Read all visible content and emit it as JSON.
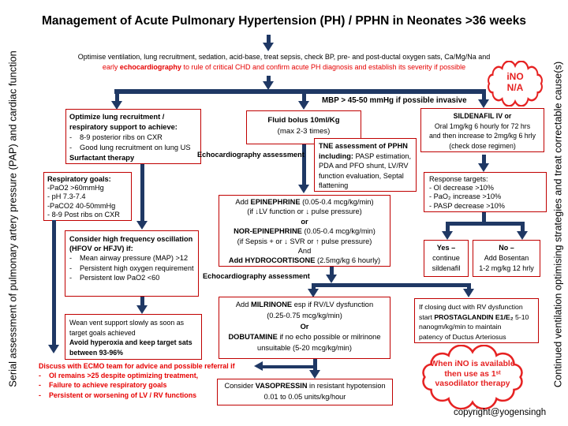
{
  "colors": {
    "navy": "#1f3864",
    "box_border": "#c00000",
    "red_text": "#e60000",
    "cloud_red": "#e62222"
  },
  "dash": "-",
  "title": "Management of Acute Pulmonary Hypertension (PH) / PPHN in Neonates >36 weeks",
  "left_rail": "Serial assessment of pulmonary artery pressure (PAP) and cardiac function",
  "right_rail": "Continued ventilation optimising strategies and treat correctable cause(s)",
  "intro": {
    "line1": "Optimise ventilation, lung recruitment, sedation, acid-base, treat sepsis, check BP, pre- and post-ductal oxygen sats, Ca/Mg/Na and",
    "line2_pre": "early ",
    "line2_bold": "echocardiography",
    "line2_post": " to rule of critical CHD and confirm acute PH diagnosis and establish its severity if possible"
  },
  "mbp_label": "MBP > 45-50 mmHg if possible invasive",
  "ino_cloud": {
    "line1": "iNO",
    "line2": "N/A"
  },
  "labels": {
    "echo1": "Echocardiography assessment",
    "echo2": "Echocardiography assessment"
  },
  "boxes": {
    "optimize": {
      "head1": "Optimize lung recruitment /",
      "head2": "respiratory support to achieve:",
      "items": [
        "8-9 posterior ribs on CXR",
        "Good lung recruitment on lung US"
      ],
      "foot": "Surfactant therapy"
    },
    "resp_goals": {
      "title": "Respiratory goals:",
      "items": [
        "-PaO2 >60mmHg",
        "- pH 7.3-7.4",
        "-PaCO2 40-50mmHg",
        "- 8-9 Post ribs on CXR"
      ]
    },
    "hfov": {
      "head1": "Consider high frequency oscillation",
      "head2": "(HFOV or HFJV) if:",
      "items": [
        "Mean airway pressure (MAP) >12",
        "Persistent high oxygen requirement",
        "Persistent low PaO2 <60"
      ]
    },
    "wean": {
      "normal1": "Wean vent support slowly as soon as",
      "normal2": "target goals achieved",
      "bold1": "Avoid hyperoxia and keep target sats",
      "bold2": "between 93-96%"
    },
    "fluid": {
      "line1": "Fluid bolus 10ml/Kg",
      "line2": "(max 2-3 times)"
    },
    "tne": {
      "bold": "TNE assessment of PPHN including:",
      "rest": " PASP estimation, PDA and PFO shunt, LV/RV function evaluation, Septal flattening"
    },
    "epinephrine": {
      "l1a": "Add ",
      "l1b": "EPINEPHRINE",
      "l1c": " (0.05-0.4 mcg/kg/min)",
      "l2": "(if ↓LV function or ↓ pulse pressure)",
      "l3": "or",
      "l4a": "NOR-EPINEPHRINE",
      "l4b": "  (0.05-0.4 mcg/kg/min)",
      "l5": "(if Sepsis + or ↓ SVR or ↑ pulse pressure)",
      "l6": "And",
      "l7a": "Add HYDROCORTISONE",
      "l7b": "  (2.5mg/kg 6 hourly)"
    },
    "milrinone": {
      "l1a": "Add ",
      "l1b": "MILRINONE",
      "l1c": "  esp if RV/LV dysfunction",
      "l2": "(0.25-0.75 mcg/kg/min)",
      "l3": "Or",
      "l4a": "DOBUTAMINE",
      "l4b": " if no echo possible or milrinone",
      "l5": "unsuitable (5-20 mcg/kg/min)"
    },
    "vasopressin": {
      "l1a": "Consider ",
      "l1b": "VASOPRESSIN",
      "l1c": " in resistant hypotension",
      "l2": "0.01 to 0.05 units/kg/hour"
    },
    "sildenafil": {
      "l1": "SILDENAFIL IV or",
      "l2": "Oral 1mg/kg 6 hourly for 72 hrs",
      "l3": "and then increase to 2mg/kg 6 hrly",
      "l4": "(check dose regimen)"
    },
    "response": {
      "title": "Response targets:",
      "items": [
        "- OI decrease >10%",
        "- PaO₂ increase >10%",
        "- PASP decrease >10%"
      ]
    },
    "yes": {
      "l1": "Yes –",
      "l2": "continue",
      "l3": "sildenafil"
    },
    "no": {
      "l1": "No –",
      "l2": "Add Bosentan",
      "l3": "1-2 mg/kg 12 hrly"
    },
    "duct": {
      "l1": "If closing duct with RV dysfunction",
      "l2a": "start ",
      "l2b": "PROSTAGLANDIN E1/E₂",
      "l2c": " 5-10",
      "l3": "nanogm/kg/min to maintain",
      "l4": "patency of Ductus Arteriosus"
    }
  },
  "ecmo": {
    "title": "Discuss with ECMO team for advice and possible referral if",
    "items": [
      "OI remains >25 despite optimizing treatment,",
      "Failure to achieve respiratory goals",
      "Persistent or worsening of LV / RV functions"
    ]
  },
  "when_cloud": {
    "l1": "When iNO is available",
    "l2": "then use as 1ˢᵗ",
    "l3": "vasodilator therapy"
  },
  "copyright": "copyright@yogensingh"
}
